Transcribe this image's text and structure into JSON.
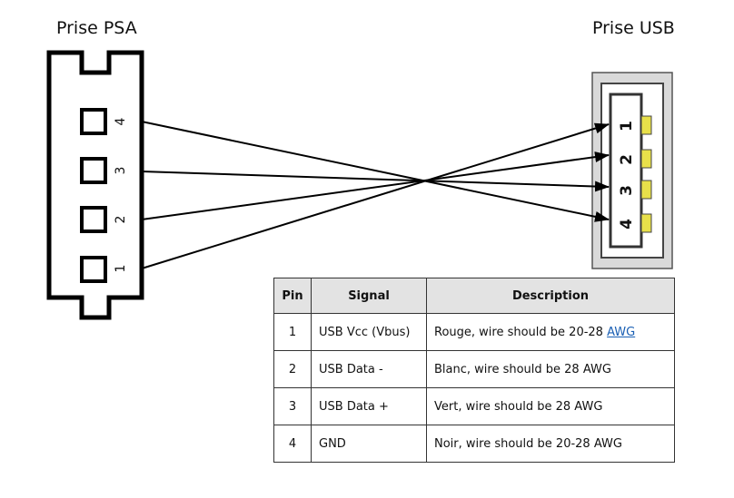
{
  "labels": {
    "psa_title": "Prise PSA",
    "usb_title": "Prise USB"
  },
  "psa_pins": [
    "4",
    "3",
    "2",
    "1"
  ],
  "usb_pins": [
    "1",
    "2",
    "3",
    "4"
  ],
  "table": {
    "headers": [
      "Pin",
      "Signal",
      "Description"
    ],
    "rows": [
      {
        "pin": "1",
        "signal": "USB Vcc (Vbus)",
        "description": "Rouge, wire should be 20-28 ",
        "link": "AWG"
      },
      {
        "pin": "2",
        "signal": "USB Data -",
        "description": "Blanc, wire should be 28 AWG",
        "link": ""
      },
      {
        "pin": "3",
        "signal": "USB Data +",
        "description": "Vert, wire should be 28 AWG",
        "link": ""
      },
      {
        "pin": "4",
        "signal": "GND",
        "description": "Noir, wire should be 20-28 AWG",
        "link": ""
      }
    ]
  },
  "colors": {
    "usb_contact": "#e8e04a",
    "usb_housing": "#d9d9d9",
    "line": "#000000",
    "table_header": "#e3e3e3",
    "link": "#1a5fb4"
  }
}
